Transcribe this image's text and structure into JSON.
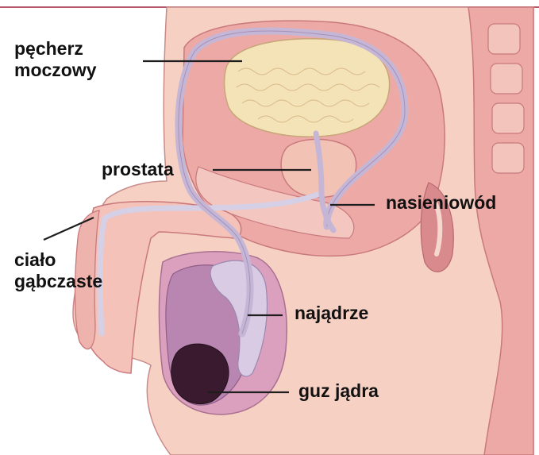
{
  "labels": {
    "bladder_line1": "pęcherz",
    "bladder_line2": "moczowy",
    "prostate": "prostata",
    "vas_deferens": "nasieniowód",
    "spongy_body_line1": "ciało",
    "spongy_body_line2": "gąbczaste",
    "epididymis": "najądrze",
    "testicular_tumor": "guz jądra"
  },
  "colors": {
    "skin": "#f7d0c4",
    "tissue": "#eca9a5",
    "deep_tissue": "#d98a8c",
    "duct": "#c6b6d6",
    "bladder": "#f5e3b8",
    "testis": "#b985b1",
    "tumor": "#3a1a2e",
    "leader_line": "#1e1e1e"
  }
}
